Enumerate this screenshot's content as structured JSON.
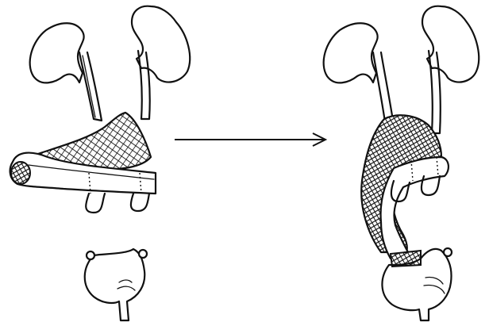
{
  "figure": {
    "panels": [
      {
        "id": "before",
        "parts": [
          "left-kidney",
          "right-kidney",
          "left-ureter",
          "right-ureter",
          "colon-segment",
          "bladder"
        ]
      },
      {
        "id": "after",
        "parts": [
          "left-kidney",
          "right-kidney",
          "left-ureter",
          "right-ureter",
          "colon-conduit",
          "bladder"
        ]
      }
    ],
    "arrow": "right-arrow",
    "colors": {
      "ink": "#111111",
      "background": "#ffffff"
    }
  }
}
